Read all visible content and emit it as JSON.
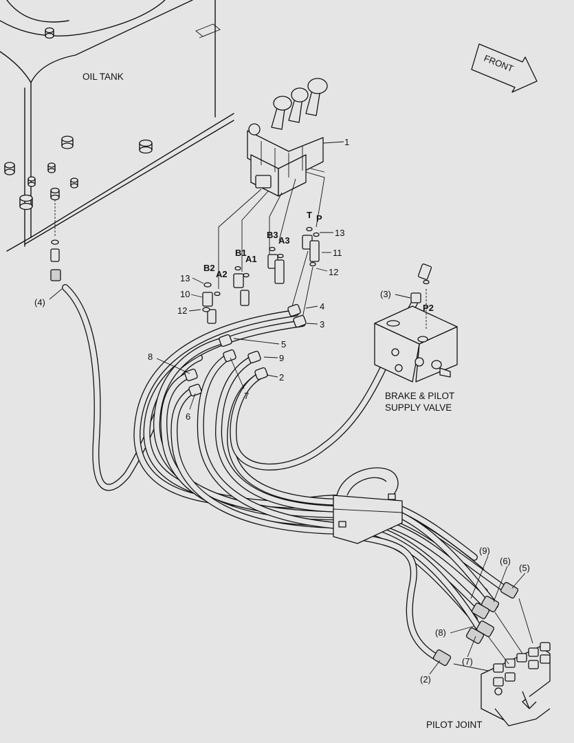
{
  "labels": {
    "oil_tank": "OIL TANK",
    "front": "FRONT",
    "brake_line1": "BRAKE & PILOT",
    "brake_line2": "SUPPLY VALVE",
    "pilot_joint": "PILOT JOINT"
  },
  "ports": {
    "B2": "B2",
    "A2": "A2",
    "B1": "B1",
    "A1": "A1",
    "B3": "B3",
    "A3": "A3",
    "T": "T",
    "P": "P",
    "P2": "P2"
  },
  "callouts": {
    "c1": "1",
    "c13a": "13",
    "c10": "10",
    "c12a": "12",
    "c13b": "13",
    "c11": "11",
    "c12b": "12",
    "c4": "4",
    "c3": "3",
    "c5": "5",
    "c9": "9",
    "c2": "2",
    "c7": "7",
    "c8": "8",
    "c6": "6",
    "p4": "(4)",
    "p3": "(3)",
    "p9": "(9)",
    "p6": "(6)",
    "p5": "(5)",
    "p8": "(8)",
    "p7": "(7)",
    "p2": "(2)"
  }
}
